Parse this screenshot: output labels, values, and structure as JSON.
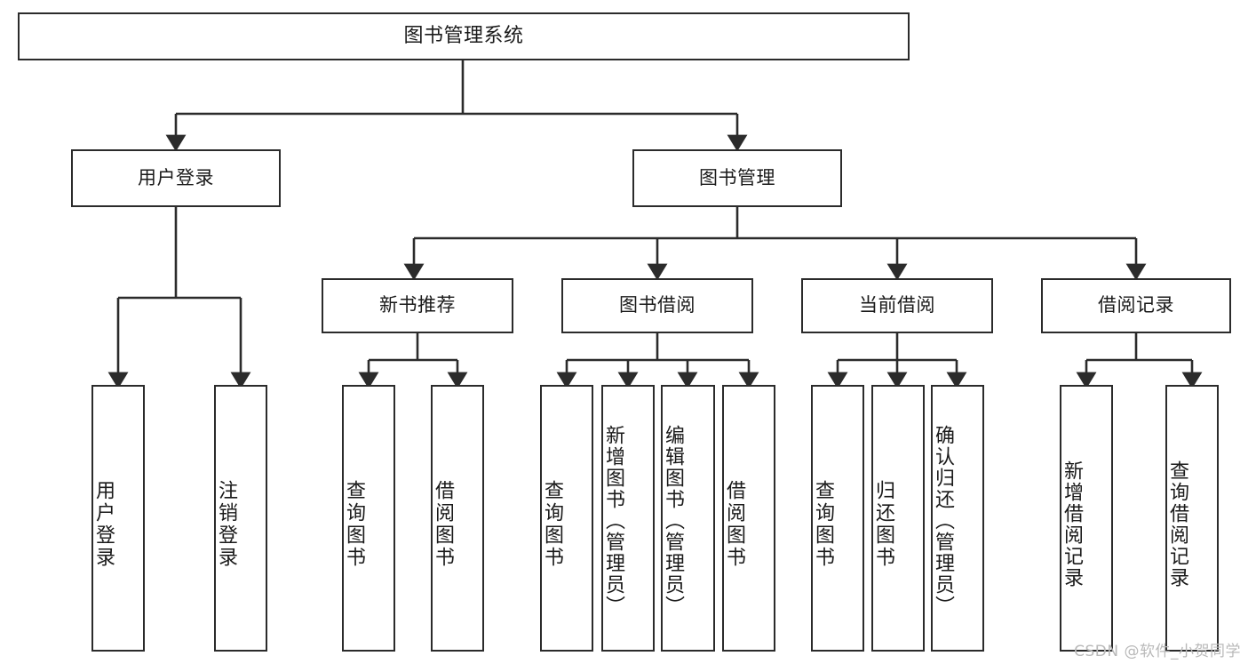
{
  "diagram": {
    "title": "图书管理系统",
    "type": "tree-hierarchy-chart",
    "root": {
      "label": "图书管理系统"
    },
    "level2": [
      {
        "id": "user-login",
        "label": "用户登录"
      },
      {
        "id": "book-management",
        "label": "图书管理"
      }
    ],
    "level3": [
      {
        "id": "new-book-recommend",
        "label": "新书推荐"
      },
      {
        "id": "book-borrow",
        "label": "图书借阅"
      },
      {
        "id": "current-borrow",
        "label": "当前借阅"
      },
      {
        "id": "borrow-record",
        "label": "借阅记录"
      }
    ],
    "leaves": {
      "user_login": [
        {
          "id": "leaf-user-login",
          "label": "用户登录"
        },
        {
          "id": "leaf-logout-login",
          "label": "注销登录"
        }
      ],
      "new_book_recommend": [
        {
          "id": "leaf-query-book-1",
          "label": "查询图书"
        },
        {
          "id": "leaf-borrow-book-1",
          "label": "借阅图书"
        }
      ],
      "book_borrow": [
        {
          "id": "leaf-query-book-2",
          "label": "查询图书"
        },
        {
          "id": "leaf-add-book",
          "label": "新增图书（管理员）"
        },
        {
          "id": "leaf-edit-book",
          "label": "编辑图书（管理员）"
        },
        {
          "id": "leaf-borrow-book-2",
          "label": "借阅图书"
        }
      ],
      "current_borrow": [
        {
          "id": "leaf-query-book-3",
          "label": "查询图书"
        },
        {
          "id": "leaf-return-book",
          "label": "归还图书"
        },
        {
          "id": "leaf-confirm-return",
          "label": "确认归还（管理员）"
        }
      ],
      "borrow_record": [
        {
          "id": "leaf-add-borrow-record",
          "label": "新增借阅记录"
        },
        {
          "id": "leaf-query-borrow-record",
          "label": "查询借阅记录"
        }
      ]
    },
    "colors": {
      "stroke": "#2b2b2b",
      "fill": "#ffffff",
      "text": "#1a1a1a",
      "watermark": "#b9b9b9"
    }
  },
  "watermark": {
    "text": "CSDN @软件_小贺同学"
  }
}
